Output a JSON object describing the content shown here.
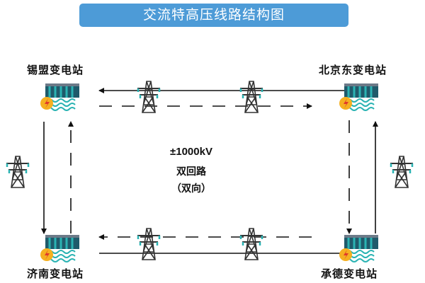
{
  "title": "交流特高压线路结构图",
  "stations": {
    "top_left": "锡盟变电站",
    "top_right": "北京东变电站",
    "bottom_left": "济南变电站",
    "bottom_right": "承德变电站"
  },
  "center": {
    "voltage": "±1000kV",
    "circuit": "双回路",
    "direction": "（双向）"
  },
  "colors": {
    "title_bg": "#4d9bd7",
    "station_dark": "#1f5a6b",
    "station_teal": "#2bb3b3",
    "lightning": "#f5b021",
    "line": "#111111"
  }
}
